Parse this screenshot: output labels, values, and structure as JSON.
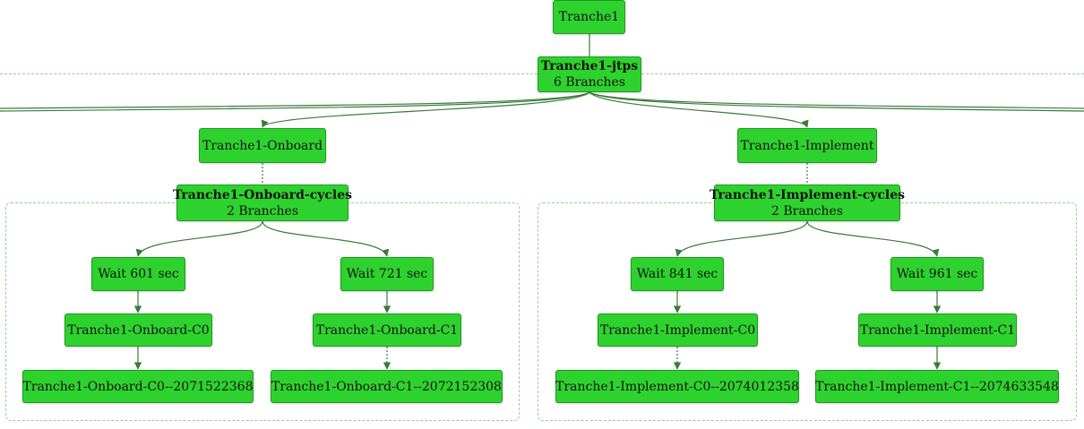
{
  "colors": {
    "node_fill": "#2ed22e",
    "node_border": "#1f9a1f",
    "edge": "#3a7a3a",
    "group_border": "#8fd48f"
  },
  "nodes": {
    "root": {
      "label": "Tranche1"
    },
    "jtps": {
      "label": "Tranche1-jtps",
      "branches": "6 Branches"
    },
    "onboard": {
      "label": "Tranche1-Onboard"
    },
    "implement": {
      "label": "Tranche1-Implement"
    },
    "onboard_cycles": {
      "label": "Tranche1-Onboard-cycles",
      "branches": "2 Branches"
    },
    "implement_cycles": {
      "label": "Tranche1-Implement-cycles",
      "branches": "2 Branches"
    },
    "wait_601": {
      "label": "Wait 601 sec"
    },
    "wait_721": {
      "label": "Wait 721 sec"
    },
    "wait_841": {
      "label": "Wait 841 sec"
    },
    "wait_961": {
      "label": "Wait 961 sec"
    },
    "onboard_c0": {
      "label": "Tranche1-Onboard-C0"
    },
    "onboard_c1": {
      "label": "Tranche1-Onboard-C1"
    },
    "implement_c0": {
      "label": "Tranche1-Implement-C0"
    },
    "implement_c1": {
      "label": "Tranche1-Implement-C1"
    },
    "onboard_c0_run": {
      "label": "Tranche1-Onboard-C0--2071522368"
    },
    "onboard_c1_run": {
      "label": "Tranche1-Onboard-C1--2072152308"
    },
    "implement_c0_run": {
      "label": "Tranche1-Implement-C0--2074012358"
    },
    "implement_c1_run": {
      "label": "Tranche1-Implement-C1--2074633548"
    }
  }
}
